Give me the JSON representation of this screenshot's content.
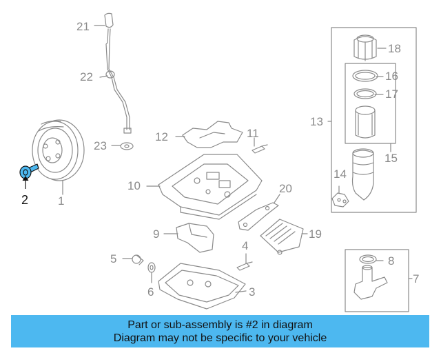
{
  "highlight_color": "#4db8f0",
  "callouts": {
    "c1": "1",
    "c2": "2",
    "c3": "3",
    "c4": "4",
    "c5": "5",
    "c6": "6",
    "c7": "7",
    "c8": "8",
    "c9": "9",
    "c10": "10",
    "c11": "11",
    "c12": "12",
    "c13": "13",
    "c14": "14",
    "c15": "15",
    "c16": "16",
    "c17": "17",
    "c18": "18",
    "c19": "19",
    "c20": "20",
    "c21": "21",
    "c22": "22",
    "c23": "23"
  },
  "banner": {
    "line1": "Part or sub-assembly is #2 in diagram",
    "line2": "Diagram may not be specific to your vehicle"
  }
}
